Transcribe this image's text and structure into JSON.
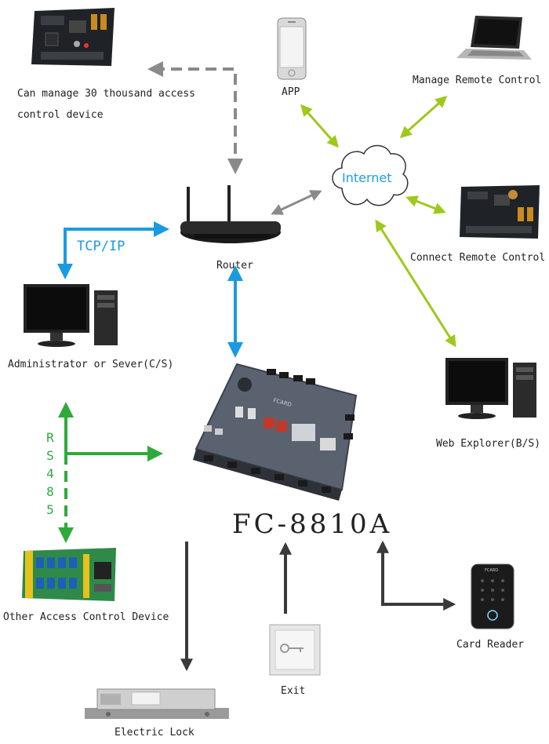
{
  "title": "FC-8810A",
  "caption": {
    "line1": "Can manage 30 thousand access",
    "line2": "control device"
  },
  "labels": {
    "app": "APP",
    "manage_remote": "Manage Remote Control",
    "internet": "Internet",
    "router": "Router",
    "connect_remote": "Connect Remote Control",
    "admin": "Administrator or Sever(C/S)",
    "web": "Web Explorer(B/S)",
    "other": "Other Access Control Device",
    "card_reader": "Card Reader",
    "exit": "Exit",
    "electric_lock": "Electric Lock",
    "tcpip": "TCP/IP",
    "rs485": [
      "R",
      "S",
      "4",
      "8",
      "5"
    ]
  },
  "panel_brand": "FCARD",
  "colors": {
    "blue": "#1a9be0",
    "green": "#2eaa3a",
    "lime": "#9dc91a",
    "gray": "#8a8a8a",
    "dark": "#3a3a3a"
  }
}
